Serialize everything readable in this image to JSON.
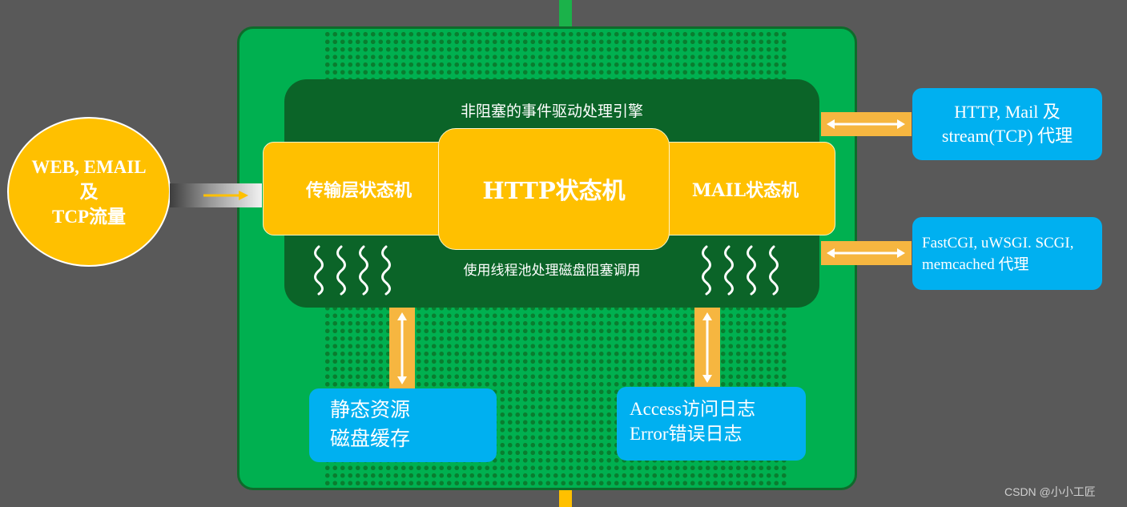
{
  "engine": {
    "title": "非阻塞的事件驱动处理引擎",
    "subtitle": "使用线程池处理磁盘阻塞调用"
  },
  "state_machines": {
    "transport": "传输层状态机",
    "http": "HTTP状态机",
    "mail": "MAIL状态机"
  },
  "client": {
    "line1": "WEB, EMAIL",
    "line2": "及",
    "line3": "TCP流量"
  },
  "proxies": {
    "http_mail": {
      "line1": "HTTP, Mail 及",
      "line2": "stream(TCP) 代理"
    },
    "fastcgi": {
      "line1": "FastCGI, uWSGI. SCGI,",
      "line2": "memcached 代理"
    }
  },
  "storage": {
    "static": {
      "line1": "静态资源",
      "line2": "磁盘缓存"
    },
    "logs": {
      "line1": "Access访问日志",
      "line2": "Error错误日志"
    }
  },
  "watermark": "CSDN @小小工匠",
  "colors": {
    "background": "#595959",
    "chip": "#00b050",
    "engine": "#0b6428",
    "state_machine": "#ffc000",
    "external": "#00b0f0",
    "arrow": "#f6b640"
  }
}
